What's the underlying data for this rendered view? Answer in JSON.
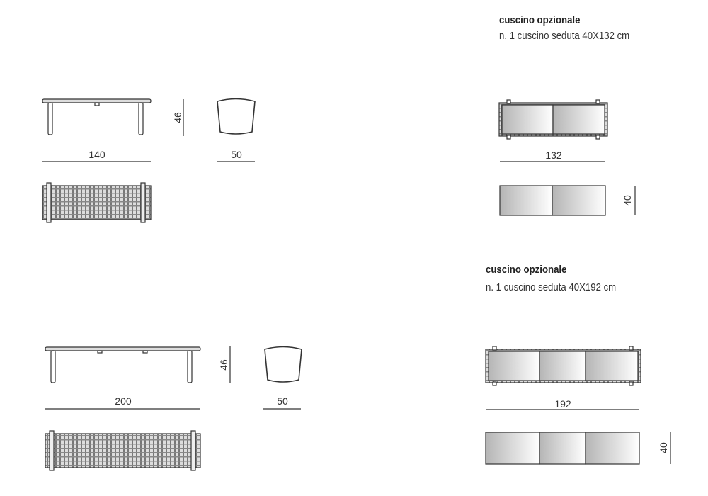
{
  "bench_140": {
    "length": "140",
    "height": "46",
    "depth": "50"
  },
  "bench_200": {
    "length": "200",
    "height": "46",
    "depth": "50"
  },
  "cushion_132": {
    "title": "cuscino opzionale",
    "description": "n. 1 cuscino seduta 40X132 cm",
    "length": "132",
    "depth": "40"
  },
  "cushion_192": {
    "title": "cuscino opzionale",
    "description": "n. 1 cuscino seduta 40X192 cm",
    "length": "192",
    "depth": "40"
  },
  "colors": {
    "line": "#333333",
    "cushion_dark": "#b5b5b5",
    "cushion_light": "#ffffff"
  }
}
